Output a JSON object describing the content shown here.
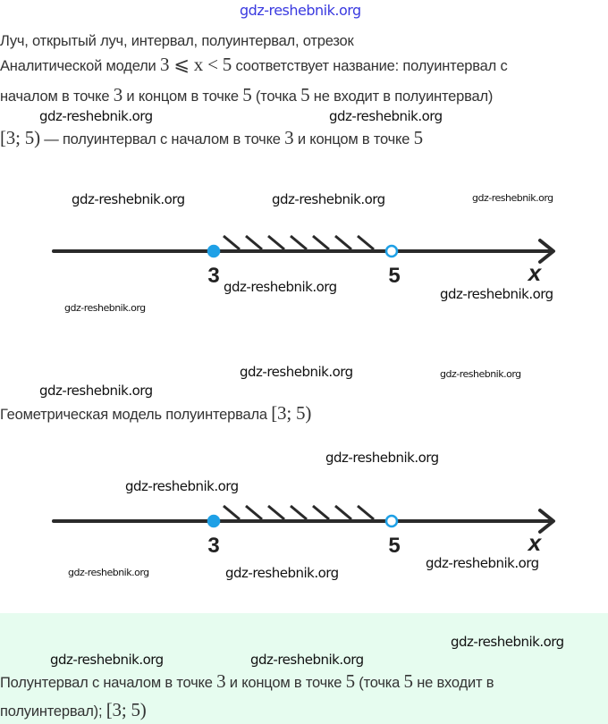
{
  "header_watermark": "gdz-reshebnik.org",
  "lines": {
    "title": "Луч, открытый луч, интервал, полуинтервал, отрезок",
    "l2a": "Аналитической модели ",
    "l2m": "3 ⩽ x < 5",
    "l2b": " соответствует название: полуинтервал с",
    "l3a": "началом в точке ",
    "l3m1": "3",
    "l3b": " и концом в точке ",
    "l3m2": "5",
    "l3c": " (точка ",
    "l3m3": "5",
    "l3d": " не входит в полуинтервал)",
    "l4m": "[3; 5)",
    "l4a": " — полуинтервал с началом в точке ",
    "l4m2": "3",
    "l4b": " и концом в точке ",
    "l4m3": "5",
    "geo": "Геометрическая модель полуинтервала ",
    "geom": "[3; 5)"
  },
  "numberline": {
    "start_label": "3",
    "end_label": "5",
    "axis_label": "x",
    "start_closed": true,
    "end_closed": false,
    "point_color": "#1ea0e6"
  },
  "answer": {
    "a": "Полунтервал с началом в точке ",
    "m1": "3",
    "b": " и концом в точке ",
    "m2": "5",
    "c": " (точка ",
    "m3": "5",
    "d": " не входит в",
    "e": "полуинтервал); ",
    "m4": "[3; 5)"
  },
  "watermarks": [
    "gdz-reshebnik.org",
    "gdz-reshebnik.org",
    "gdz-reshebnik.org",
    "gdz-reshebnik.org",
    "gdz-reshebnik.org",
    "gdz-reshebnik.org",
    "gdz-reshebnik.org",
    "gdz-reshebnik.org",
    "gdz-reshebnik.org",
    "gdz-reshebnik.org",
    "gdz-reshebnik.org",
    "gdz-reshebnik.org",
    "gdz-reshebnik.org",
    "gdz-reshebnik.org",
    "gdz-reshebnik.org",
    "gdz-reshebnik.org",
    "gdz-reshebnik.org",
    "gdz-reshebnik.org"
  ]
}
